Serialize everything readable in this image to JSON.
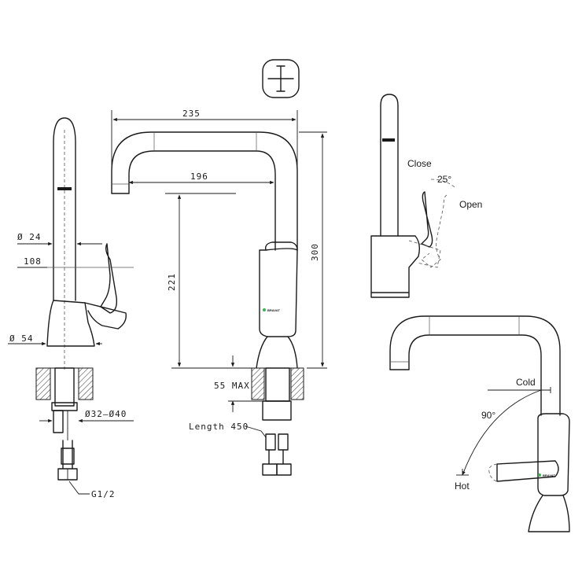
{
  "dimensions": {
    "width_235": "235",
    "width_196": "196",
    "height_300": "300",
    "height_221": "221",
    "dia_24": "Ø 24",
    "len_108": "108",
    "dia_54": "Ø 54",
    "max_55": "55 MAX",
    "dia_range": "Ø32–Ø40",
    "hose_length": "Length 450",
    "thread": "G1/2"
  },
  "operation": {
    "close": "Close",
    "open": "Open",
    "angle_25": "25°",
    "cold": "Cold",
    "hot": "Hot",
    "angle_90": "90°"
  },
  "brand": {
    "logo_text": "BRAVAT",
    "indicator_color": "#3fb34f"
  }
}
